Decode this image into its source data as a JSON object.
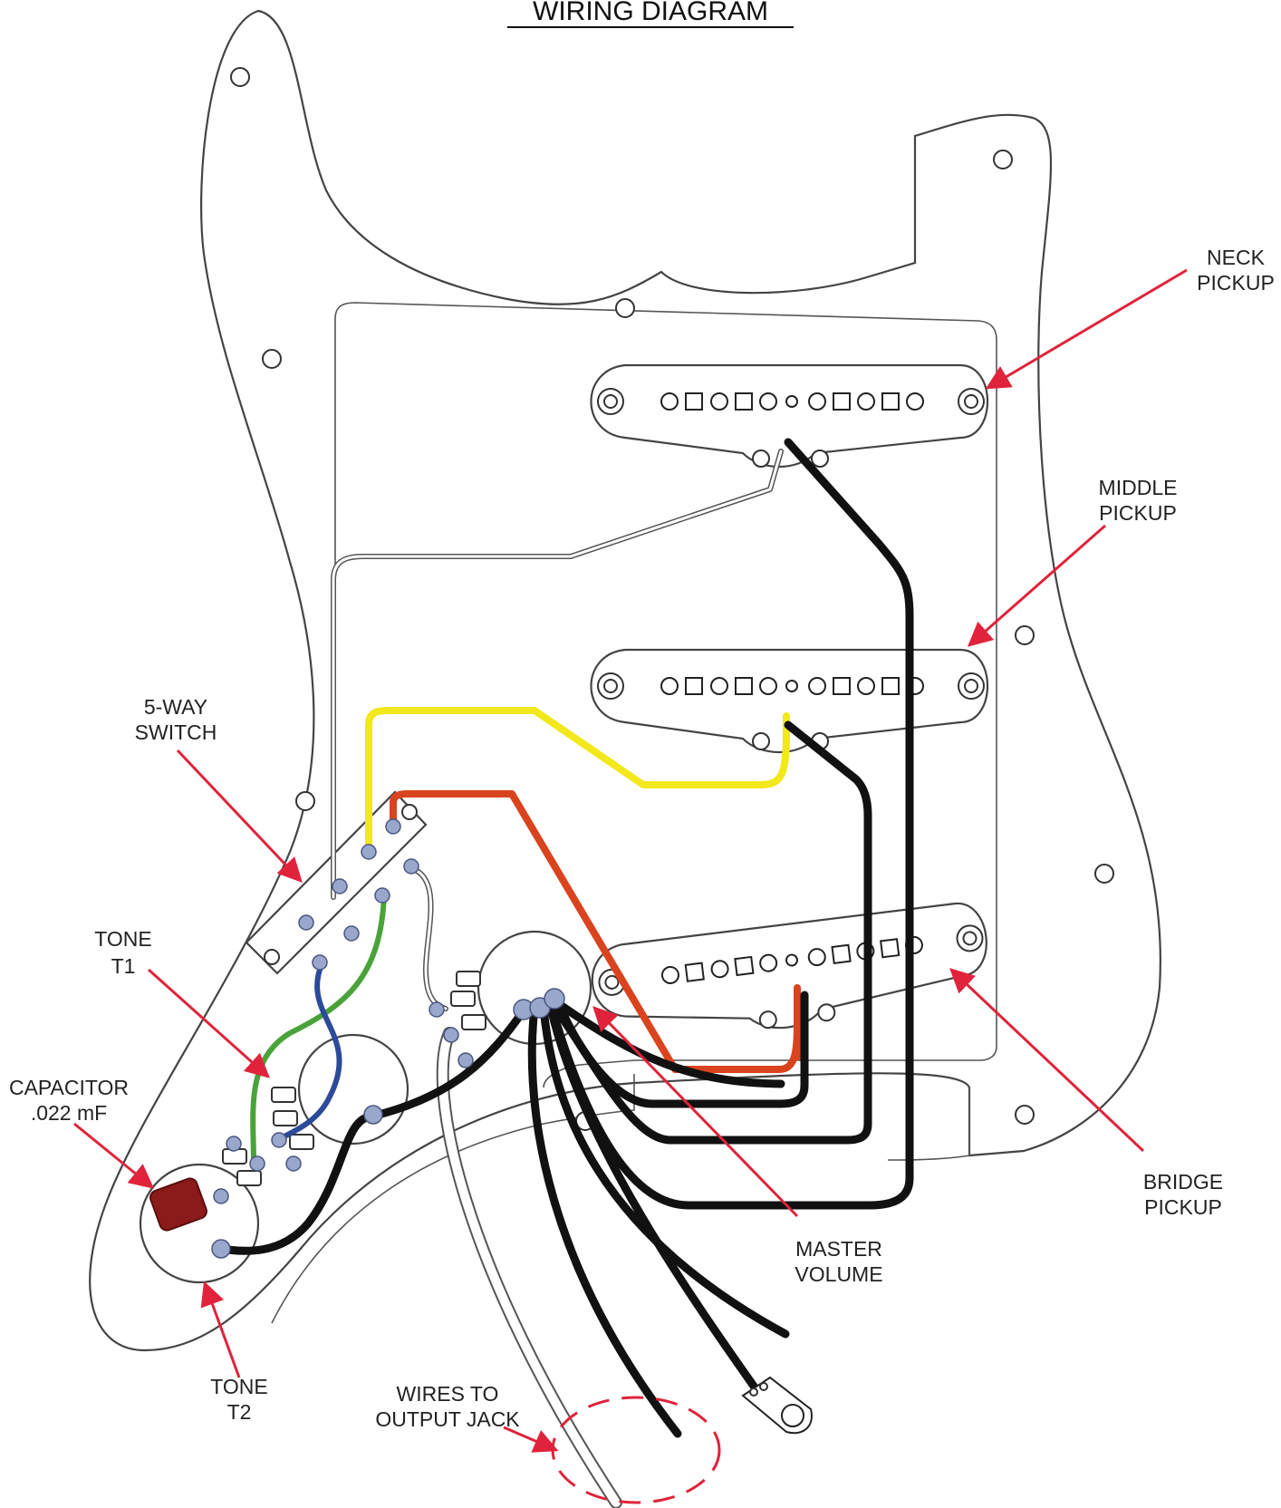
{
  "title": "WIRING DIAGRAM",
  "labels": {
    "neck_pickup": [
      "NECK",
      "PICKUP"
    ],
    "middle_pickup": [
      "MIDDLE",
      "PICKUP"
    ],
    "bridge_pickup": [
      "BRIDGE",
      "PICKUP"
    ],
    "five_way_switch": [
      "5-WAY",
      "SWITCH"
    ],
    "tone_t1": [
      "TONE",
      "T1"
    ],
    "tone_t2": [
      "TONE",
      "T2"
    ],
    "capacitor": [
      "CAPACITOR",
      ".022 mF"
    ],
    "master_volume": [
      "MASTER",
      "VOLUME"
    ],
    "output_jack": [
      "WIRES TO",
      "OUTPUT JACK"
    ]
  },
  "colors": {
    "arrow": "#e0233b",
    "wire_black": "#111111",
    "wire_white": "#ffffff",
    "wire_yellow": "#f2e81b",
    "wire_red": "#d9441f",
    "wire_green": "#4aa33a",
    "wire_blue": "#2c4a9a",
    "capacitor": "#8b1a1a",
    "solder_lug": "#9aa7cc"
  }
}
